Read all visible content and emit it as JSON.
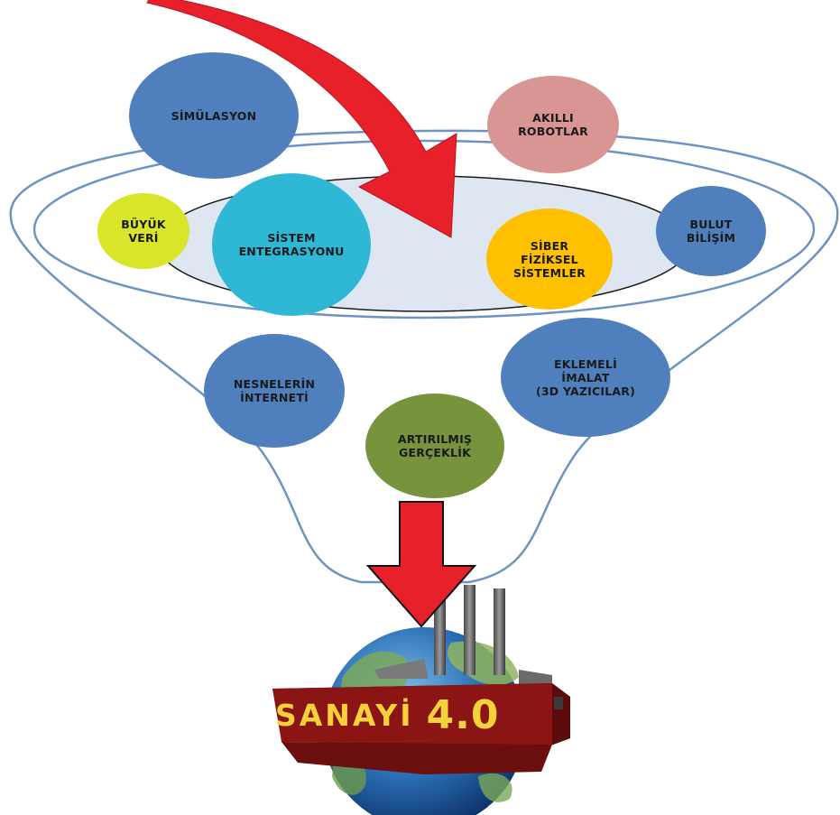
{
  "colors": {
    "funnel_outline": "#6d93c4",
    "arrow_red": "#e8202a",
    "steel_blue": "#4f7fbd",
    "cyan": "#2fb7d6",
    "lime": "#d8e529",
    "pink": "#d99594",
    "amber": "#ffc000",
    "olive": "#77933c",
    "factory_red": "#7a1010",
    "sign_text": "#f5d23a"
  },
  "nodes": {
    "simulasyon": "SİMÜLASYON",
    "akilli_robotlar": "AKILLI\nROBOTLAR",
    "buyuk_veri": "BÜYÜK\nVERİ",
    "sistem_entegrasyonu": "SİSTEM\nENTEGRASYONU",
    "siber_fiziksel": "SİBER\nFİZİKSEL\nSİSTEMLER",
    "bulut_bilisim": "BULUT\nBİLİŞİM",
    "nesnelerin_interneti": "NESNELERİN\nİNTERNETİ",
    "eklemeli_imalat": "EKLEMELİ\nİMALAT\n(3D YAZICILAR)",
    "artirilmis_gerceklik": "ARTIRILMIŞ\nGERÇEKLİK"
  },
  "result": {
    "word": "SANAYİ",
    "version": "4.0"
  }
}
